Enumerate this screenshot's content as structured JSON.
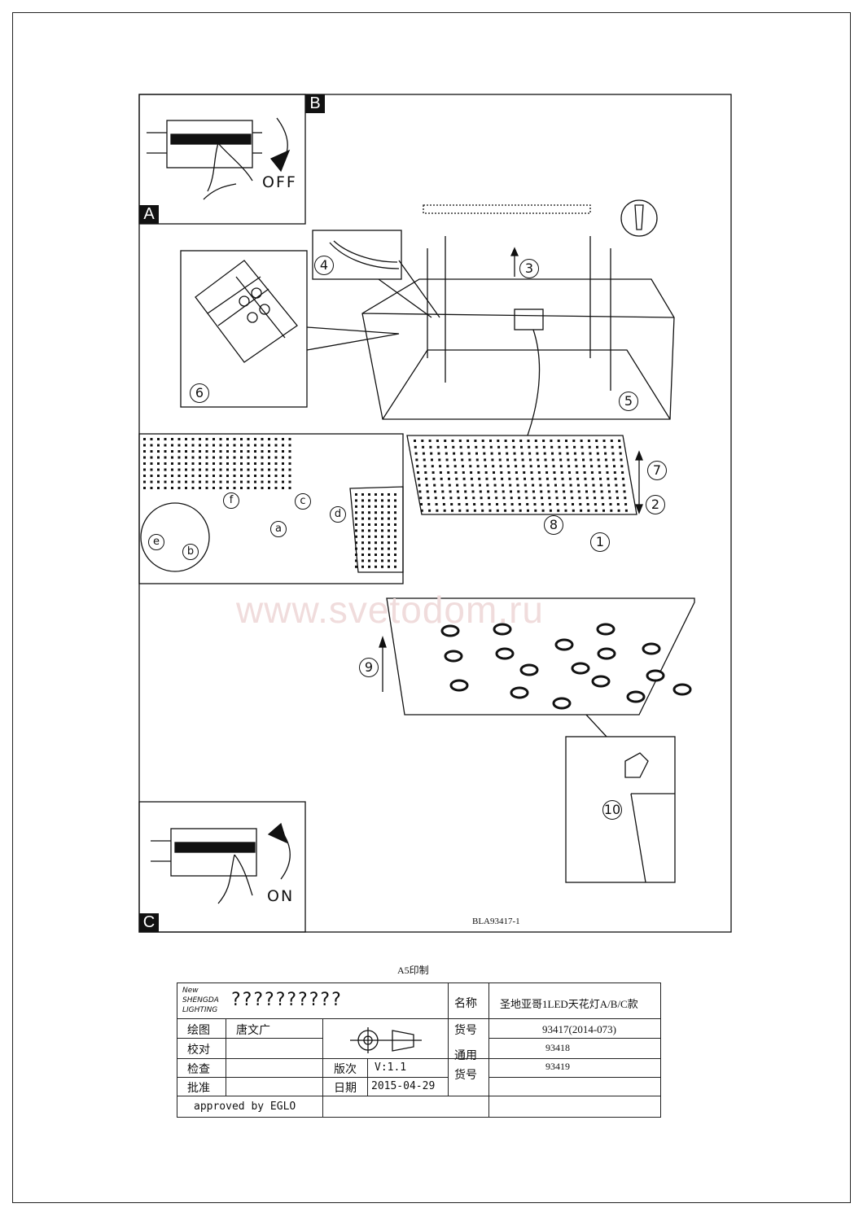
{
  "panels": {
    "b_label": "B",
    "a_label": "A",
    "c_label": "C",
    "off_label": "OFF",
    "on_label": "ON"
  },
  "steps": [
    "1",
    "2",
    "3",
    "4",
    "5",
    "6",
    "7",
    "8",
    "9",
    "10"
  ],
  "sub_steps": {
    "a": "a",
    "b": "b",
    "c": "c",
    "d": "d",
    "e": "e",
    "f": "f"
  },
  "watermark": "www.svetodom.ru",
  "drawing_code": "BLA93417-1",
  "print_note": "A5印制",
  "title_block": {
    "company_name": "??????????",
    "logo_text": "New SHENGDA LIGHTING",
    "name_label": "名称",
    "name_value": "圣地亚哥1LED天花灯A/B/C款",
    "drawn_label": "绘图",
    "drawn_value": "唐文广",
    "checked_label": "校对",
    "inspect_label": "检查",
    "approve_label": "批准",
    "item_no_label": "货号",
    "item_no_value": "93417(2014-073)",
    "common_label_1": "通用",
    "common_label_2": "货号",
    "common_values": [
      "93418",
      "93419"
    ],
    "version_label": "版次",
    "version_value": "V:1.1",
    "date_label": "日期",
    "date_value": "2015-04-29",
    "approved_by": "approved by EGLO"
  }
}
